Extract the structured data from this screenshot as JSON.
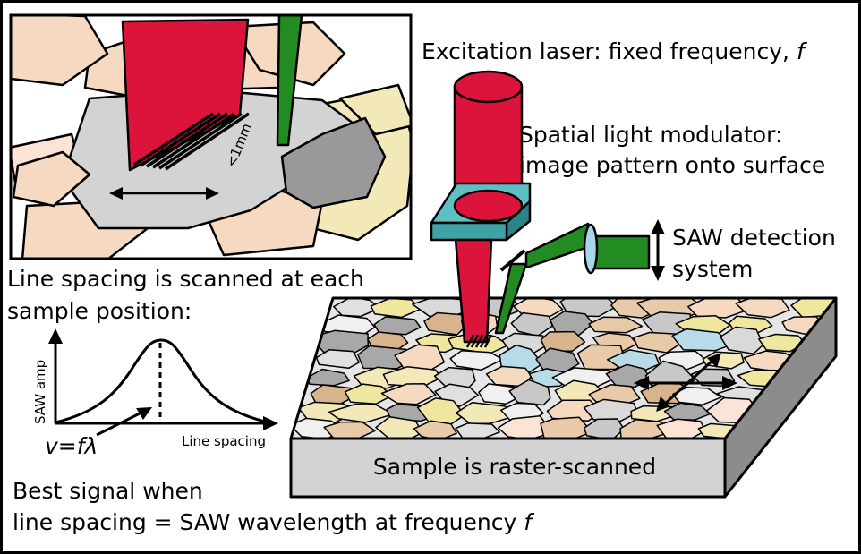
{
  "labels": {
    "excitation_laser": "Excitation laser: fixed frequency, ",
    "excitation_laser_symbol": "f",
    "slm_line1": "Spatial light modulator:",
    "slm_line2": "image pattern onto surface",
    "saw_detection_line1": "SAW detection",
    "saw_detection_line2": "system",
    "line_spacing_line1": "Line spacing is scanned at each",
    "line_spacing_line2": "sample position:",
    "sample_raster": "Sample is raster-scanned",
    "best_signal_line1": "Best signal when",
    "best_signal_line2": "line spacing = SAW wavelength at frequency ",
    "best_signal_symbol": "f",
    "inset_scale": "<1mm"
  },
  "plot": {
    "ylabel": "SAW amp",
    "xlabel": "Line spacing",
    "annotation": "v=fλ"
  },
  "colors": {
    "laser_red": "#dc143c",
    "slm_teal": "#3fa3a6",
    "detector_green": "#228b22",
    "lens_blue": "#a8d8e8",
    "surface_grey": "#d3d3d3"
  }
}
